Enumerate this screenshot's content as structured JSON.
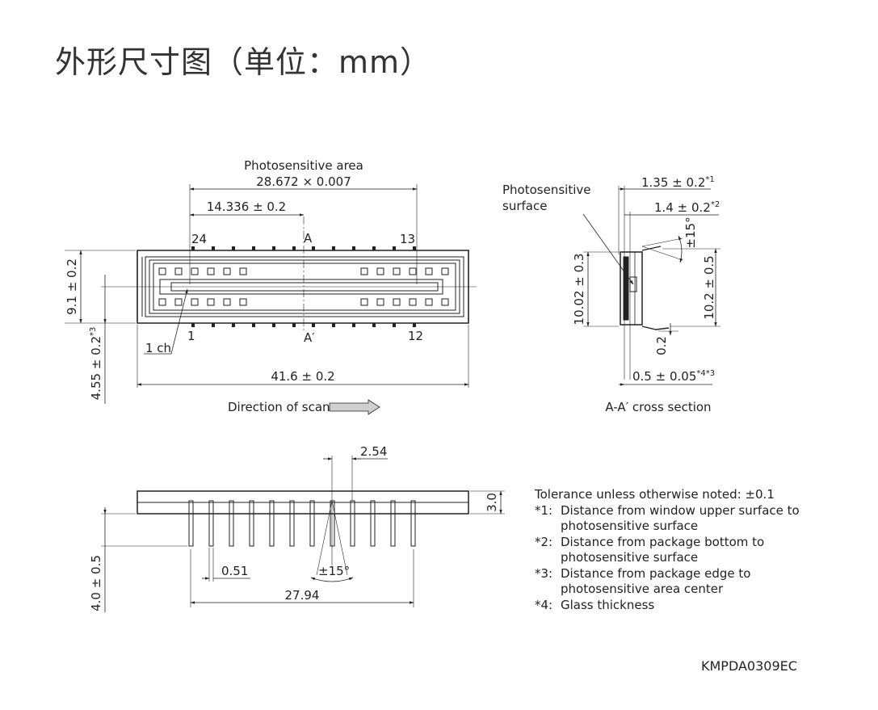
{
  "title": "外形尺寸图（单位：mm）",
  "top_view": {
    "area_label": "Photosensitive area",
    "area_value": "28.672 × 0.007",
    "half_dim": "14.336 ± 0.2",
    "pin_24": "24",
    "pin_13": "13",
    "pin_1": "1",
    "pin_12": "12",
    "section_a": "A",
    "section_a_prime": "A′",
    "height_dim": "9.1 ± 0.2",
    "offset_dim": "4.55 ± 0.2",
    "offset_sup": "*3",
    "ch_label": "1 ch",
    "width_dim": "41.6 ± 0.2",
    "scan_label": "Direction of scan"
  },
  "cross_section": {
    "surface_label_1": "Photosensitive",
    "surface_label_2": "surface",
    "dim_window": "1.35 ± 0.2",
    "dim_window_sup": "*1",
    "dim_bottom": "1.4 ± 0.2",
    "dim_bottom_sup": "*2",
    "angle": "±15°",
    "height_left": "10.02 ± 0.3",
    "height_right": "10.2 ± 0.5",
    "lead_thickness": "0.2",
    "glass_dim": "0.5 ± 0.05",
    "glass_sup": "*4*3",
    "caption": "A-A′ cross section"
  },
  "side_view": {
    "pitch": "2.54",
    "thickness": "3.0",
    "lead_length": "4.0 ± 0.5",
    "lead_width": "0.51",
    "angle": "±15°",
    "span": "27.94"
  },
  "notes": {
    "tolerance": "Tolerance unless otherwise noted: ±0.1",
    "n1_key": "*1:",
    "n1_line1": "Distance from window upper surface to",
    "n1_line2": "photosensitive surface",
    "n2_key": "*2:",
    "n2_line1": "Distance from package bottom to",
    "n2_line2": "photosensitive surface",
    "n3_key": "*3:",
    "n3_line1": "Distance from package edge to",
    "n3_line2": "photosensitive area center",
    "n4_key": "*4:",
    "n4_line1": "Glass thickness"
  },
  "doc_id": "KMPDA0309EC"
}
